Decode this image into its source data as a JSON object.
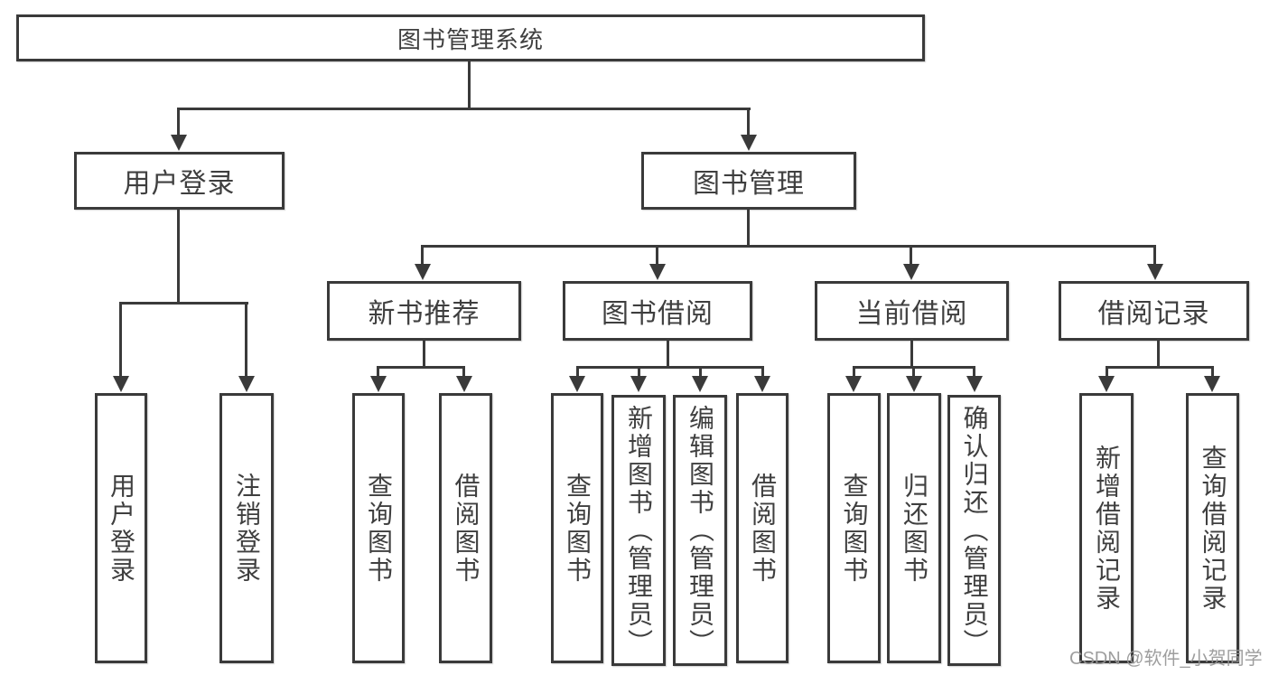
{
  "tree": {
    "root": {
      "label": "图书管理系统"
    },
    "user_login": {
      "label": "用户登录",
      "children": [
        {
          "label": "用户登录"
        },
        {
          "label": "注销登录"
        }
      ]
    },
    "book_management": {
      "label": "图书管理",
      "children": [
        {
          "label": "新书推荐",
          "children": [
            {
              "label": "查询图书"
            },
            {
              "label": "借阅图书"
            }
          ]
        },
        {
          "label": "图书借阅",
          "children": [
            {
              "label": "查询图书"
            },
            {
              "label": "新增图书（管理员）"
            },
            {
              "label": "编辑图书（管理员）"
            },
            {
              "label": "借阅图书"
            }
          ]
        },
        {
          "label": "当前借阅",
          "children": [
            {
              "label": "查询图书"
            },
            {
              "label": "归还图书"
            },
            {
              "label": "确认归还（管理员）"
            }
          ]
        },
        {
          "label": "借阅记录",
          "children": [
            {
              "label": "新增借阅记录"
            },
            {
              "label": "查询借阅记录"
            }
          ]
        }
      ]
    }
  },
  "watermark": {
    "text": "CSDN @软件_小贺同学"
  },
  "colors": {
    "line": "#3a3a3a",
    "text": "#3f3f3f",
    "box_background": "#ffffff",
    "watermark": "#969696"
  }
}
